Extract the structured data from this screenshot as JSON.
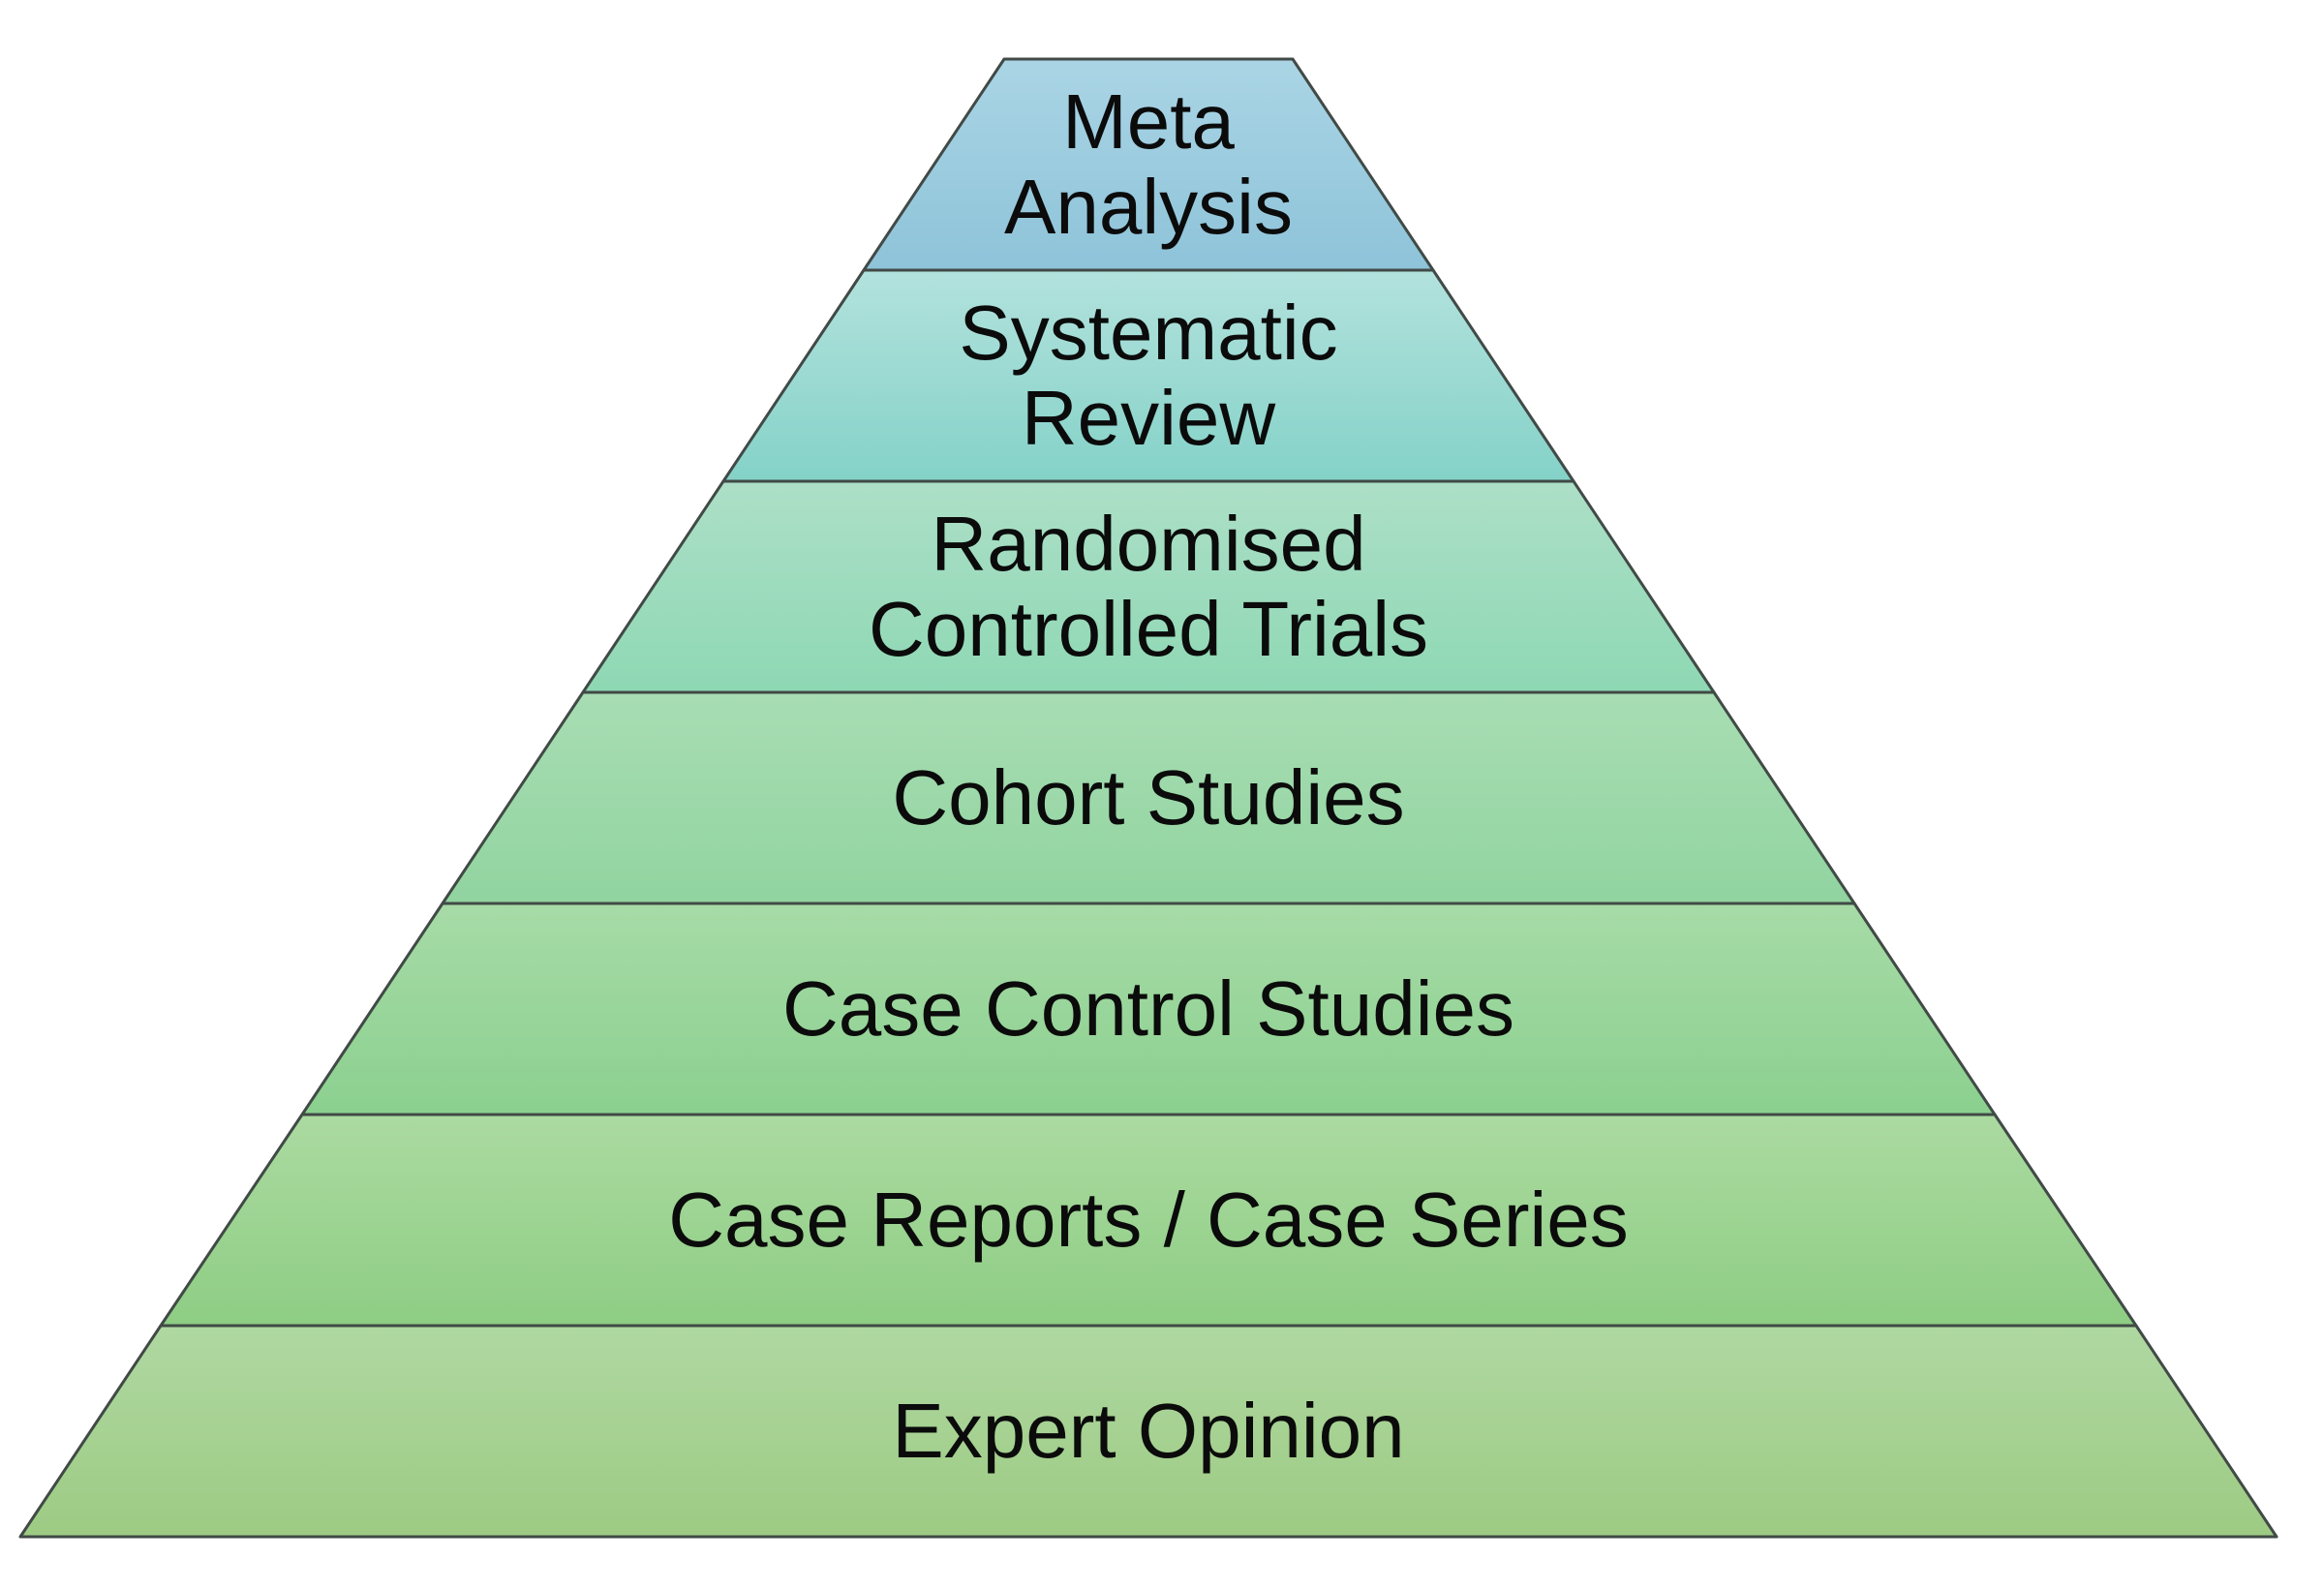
{
  "diagram": {
    "border_color": "#414a46",
    "background_color": "#ffffff",
    "text_color": "#0b0b0b",
    "levels": [
      {
        "label": "Meta\nAnalysis",
        "color_top": "#aad5e5",
        "color_bottom": "#8ec3d9"
      },
      {
        "label": "Systematic\nReview",
        "color_top": "#b3e2dd",
        "color_bottom": "#84d2c8"
      },
      {
        "label": "Randomised\nControlled Trials",
        "color_top": "#addfc7",
        "color_bottom": "#8ed8b4"
      },
      {
        "label": "Cohort Studies",
        "color_top": "#a8ddb3",
        "color_bottom": "#91d4a0"
      },
      {
        "label": "Case Control Studies",
        "color_top": "#a7dba7",
        "color_bottom": "#8bd08f"
      },
      {
        "label": "Case Reports / Case Series",
        "color_top": "#abdaa1",
        "color_bottom": "#8ecd84"
      },
      {
        "label": "Expert Opinion",
        "color_top": "#afd8a2",
        "color_bottom": "#9dcb83"
      }
    ]
  }
}
